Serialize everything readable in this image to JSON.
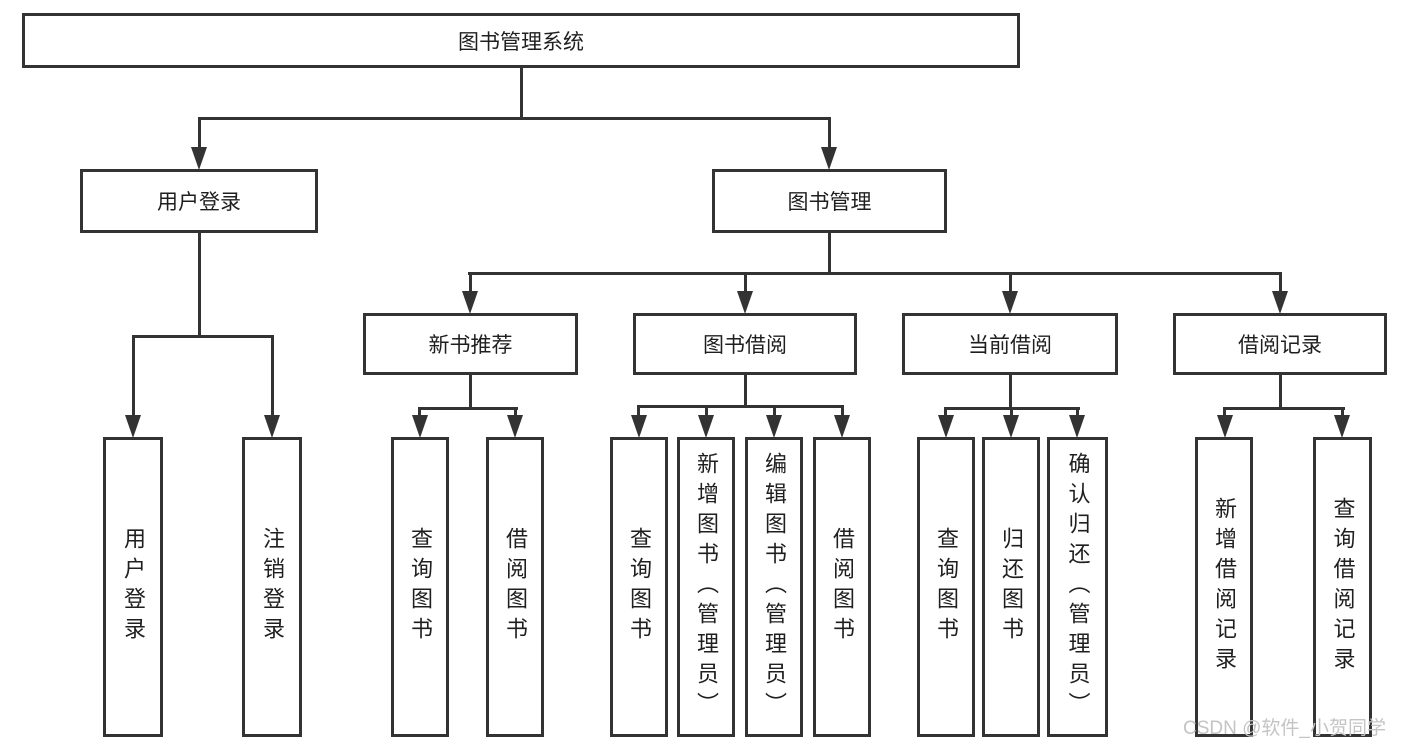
{
  "diagram": {
    "nodes": {
      "root": "图书管理系统",
      "userLogin": "用户登录",
      "bookMgmt": "图书管理",
      "userLoginChild": "用户登录",
      "logout": "注销登录",
      "newBookRec": "新书推荐",
      "bookBorrow": "图书借阅",
      "currentBorrow": "当前借阅",
      "borrowRecord": "借阅记录",
      "nbQuery": "查询图书",
      "nbBorrow": "借阅图书",
      "bbQuery": "查询图书",
      "bbAdd": "新增图书（管理员）",
      "bbEdit": "编辑图书（管理员）",
      "bbBorrow": "借阅图书",
      "cbQuery": "查询图书",
      "cbReturn": "归还图书",
      "cbConfirm": "确认归还（管理员）",
      "brAdd": "新增借阅记录",
      "brQuery": "查询借阅记录"
    },
    "colors": {
      "line": "#333333",
      "text": "#1f1f1f",
      "background": "#ffffff",
      "watermark": "#c4c4c4"
    }
  },
  "watermark": {
    "text": "CSDN @软件_小贺同学"
  }
}
